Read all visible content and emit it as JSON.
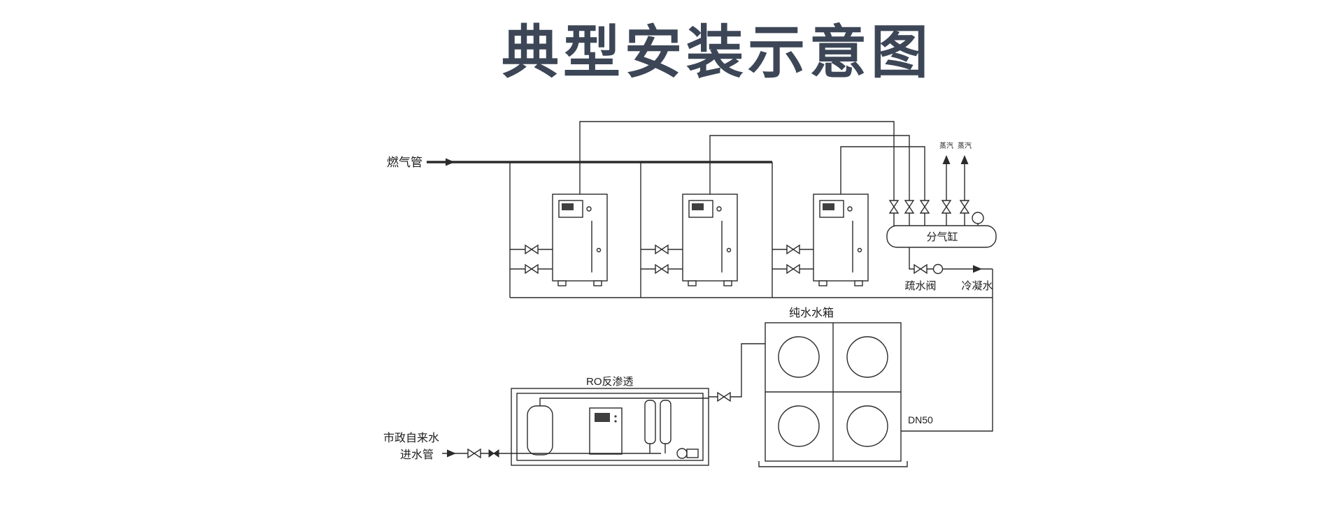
{
  "title": "典型安装示意图",
  "colors": {
    "title": "#3c4656",
    "line": "#2b2b2b"
  },
  "labels": {
    "gas_pipe": "燃气管",
    "steam_out_1": "蒸汽",
    "steam_out_2": "蒸汽",
    "steam_header": "分气缸",
    "steam_trap": "疏水阀",
    "condensate": "冷凝水",
    "pure_water_tank": "纯水水箱",
    "ro_unit": "RO反渗透",
    "pipe_size": "DN50",
    "municipal_water_line1": "市政自来水",
    "municipal_water_line2": "进水管"
  }
}
